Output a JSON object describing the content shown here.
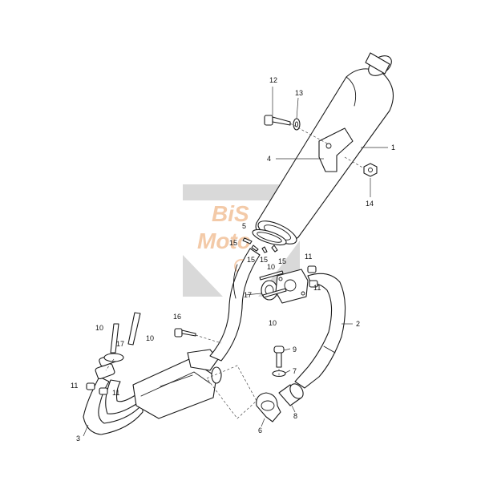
{
  "watermark": {
    "line1": "BiS",
    "line2": "Moto",
    "grey": "#d9d9d9",
    "orange": "#f2c19a"
  },
  "callouts": [
    {
      "id": "c1",
      "label": "1"
    },
    {
      "id": "c2",
      "label": "2"
    },
    {
      "id": "c3",
      "label": "3"
    },
    {
      "id": "c4",
      "label": "4"
    },
    {
      "id": "c5",
      "label": "5"
    },
    {
      "id": "c6",
      "label": "6"
    },
    {
      "id": "c7",
      "label": "7"
    },
    {
      "id": "c8",
      "label": "8"
    },
    {
      "id": "c9",
      "label": "9"
    },
    {
      "id": "c10a",
      "label": "10"
    },
    {
      "id": "c10b",
      "label": "10"
    },
    {
      "id": "c10c",
      "label": "10"
    },
    {
      "id": "c10d",
      "label": "10"
    },
    {
      "id": "c11a",
      "label": "11"
    },
    {
      "id": "c11b",
      "label": "11"
    },
    {
      "id": "c11c",
      "label": "11"
    },
    {
      "id": "c11d",
      "label": "11"
    },
    {
      "id": "c12",
      "label": "12"
    },
    {
      "id": "c13",
      "label": "13"
    },
    {
      "id": "c14",
      "label": "14"
    },
    {
      "id": "c15a",
      "label": "15"
    },
    {
      "id": "c15b",
      "label": "15"
    },
    {
      "id": "c15c",
      "label": "15"
    },
    {
      "id": "c15d",
      "label": "15"
    },
    {
      "id": "c16",
      "label": "16"
    },
    {
      "id": "c17a",
      "label": "17"
    },
    {
      "id": "c17b",
      "label": "17"
    }
  ]
}
